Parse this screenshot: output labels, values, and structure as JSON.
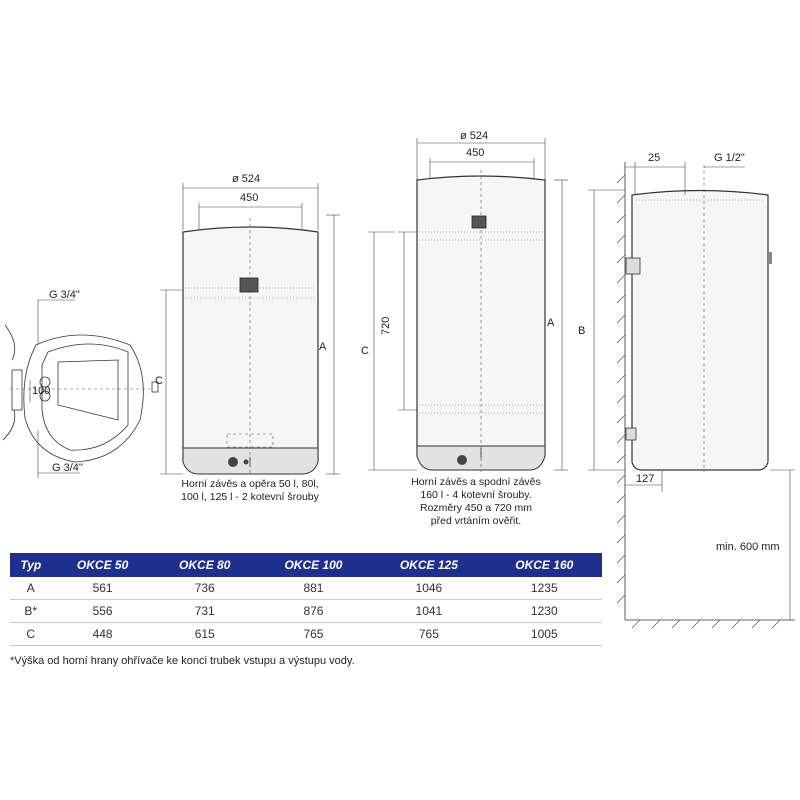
{
  "side_view": {
    "g_top": "G 3/4\"",
    "g_bottom": "G 3/4\"",
    "dim_100": "100"
  },
  "small_tank": {
    "diameter": "ø 524",
    "width": "450",
    "label_a": "A",
    "label_c": "C",
    "caption": [
      "Horní závěs a opěra 50 l, 80l,",
      "100 l, 125 l - 2 kotevní šrouby"
    ]
  },
  "large_tank": {
    "diameter": "ø 524",
    "width": "450",
    "dim_720": "720",
    "label_a": "A",
    "label_c": "C",
    "caption": [
      "Horní závěs a spodní závěs",
      "160 l - 4 kotevní šrouby.",
      "Rozměry 450 a 720 mm",
      "před vrtáním ověřit."
    ]
  },
  "wall_view": {
    "dim_25": "25",
    "g_half": "G 1/2\"",
    "label_b": "B",
    "dim_127": "127",
    "min_clearance": "min. 600 mm"
  },
  "table": {
    "headers": [
      "Typ",
      "OKCE 50",
      "OKCE 80",
      "OKCE 100",
      "OKCE 125",
      "OKCE 160"
    ],
    "rows": [
      [
        "A",
        "561",
        "736",
        "881",
        "1046",
        "1235"
      ],
      [
        "B*",
        "556",
        "731",
        "876",
        "1041",
        "1230"
      ],
      [
        "C",
        "448",
        "615",
        "765",
        "765",
        "1005"
      ]
    ]
  },
  "footnote": "*Výška od horní hrany ohřívače ke konci trubek vstupu a výstupu vody.",
  "colors": {
    "table_header_bg": "#1e2f8e",
    "table_header_text": "#ffffff"
  }
}
